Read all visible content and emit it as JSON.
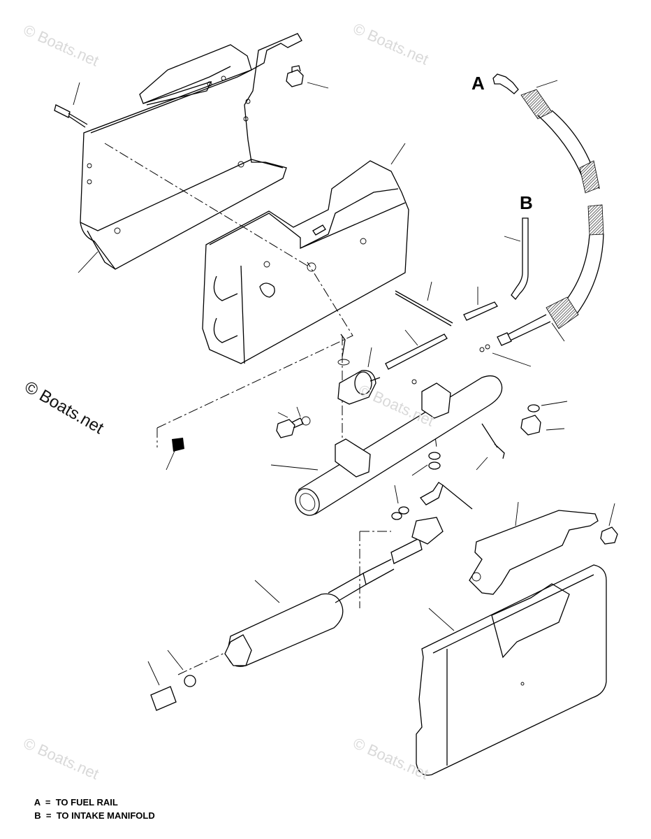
{
  "watermark": "© Boats.net",
  "callouts": {
    "a": "A",
    "b": "B"
  },
  "legend": [
    {
      "key": "A",
      "sep": "=",
      "text": "TO FUEL RAIL"
    },
    {
      "key": "B",
      "sep": "=",
      "text": "TO INTAKE MANIFOLD"
    }
  ]
}
